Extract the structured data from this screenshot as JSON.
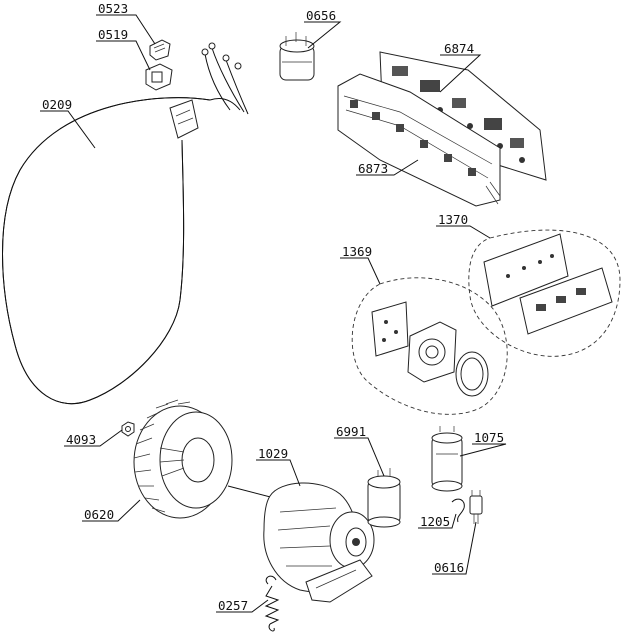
{
  "parts": [
    {
      "code": "0523",
      "name": "connector-clip"
    },
    {
      "code": "0519",
      "name": "terminal-block"
    },
    {
      "code": "0209",
      "name": "power-cord-harness"
    },
    {
      "code": "0656",
      "name": "filter"
    },
    {
      "code": "6874",
      "name": "main-pcb"
    },
    {
      "code": "6873",
      "name": "pcb-housing"
    },
    {
      "code": "1370",
      "name": "control-board-kit"
    },
    {
      "code": "1369",
      "name": "selector-board-kit"
    },
    {
      "code": "4093",
      "name": "nut"
    },
    {
      "code": "6991",
      "name": "motor-capacitor"
    },
    {
      "code": "1075",
      "name": "capacitor"
    },
    {
      "code": "1029",
      "name": "motor"
    },
    {
      "code": "0620",
      "name": "fan-wheel"
    },
    {
      "code": "1205",
      "name": "clip"
    },
    {
      "code": "0616",
      "name": "thermostat"
    },
    {
      "code": "0257",
      "name": "spring"
    }
  ]
}
